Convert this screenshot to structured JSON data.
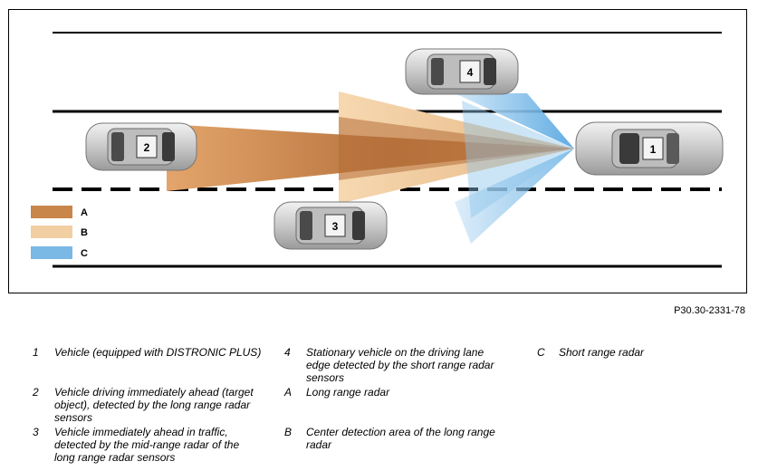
{
  "figure": {
    "reference": "P30.30-2331-78",
    "vehicles": [
      {
        "number": "1"
      },
      {
        "number": "2"
      },
      {
        "number": "3"
      },
      {
        "number": "4"
      }
    ],
    "legend": [
      {
        "letter": "A",
        "color": "#c8864a"
      },
      {
        "letter": "B",
        "color": "#f2cfa3"
      },
      {
        "letter": "C",
        "color": "#7ab8e6"
      }
    ],
    "colors": {
      "long_range_radar": "#c8864a",
      "center_detection": "#f2cfa3",
      "short_range_radar": "#7ab8e6",
      "lane_lines": "#000000",
      "vehicle_body": "#d9d9d9"
    }
  },
  "captions": [
    {
      "key": "1",
      "text": "Vehicle (equipped with DISTRONIC PLUS)"
    },
    {
      "key": "2",
      "text": "Vehicle driving immediately ahead (target object), detected by the long range radar sensors"
    },
    {
      "key": "3",
      "text": "Vehicle immediately ahead in traffic, detected by the mid-range radar of the long range radar sensors"
    },
    {
      "key": "4",
      "text": "Stationary vehicle on the driving lane edge detected by the short range radar sensors"
    },
    {
      "key": "A",
      "text": "Long range radar"
    },
    {
      "key": "B",
      "text": "Center detection area of the long range radar"
    },
    {
      "key": "C",
      "text": "Short range radar"
    }
  ]
}
